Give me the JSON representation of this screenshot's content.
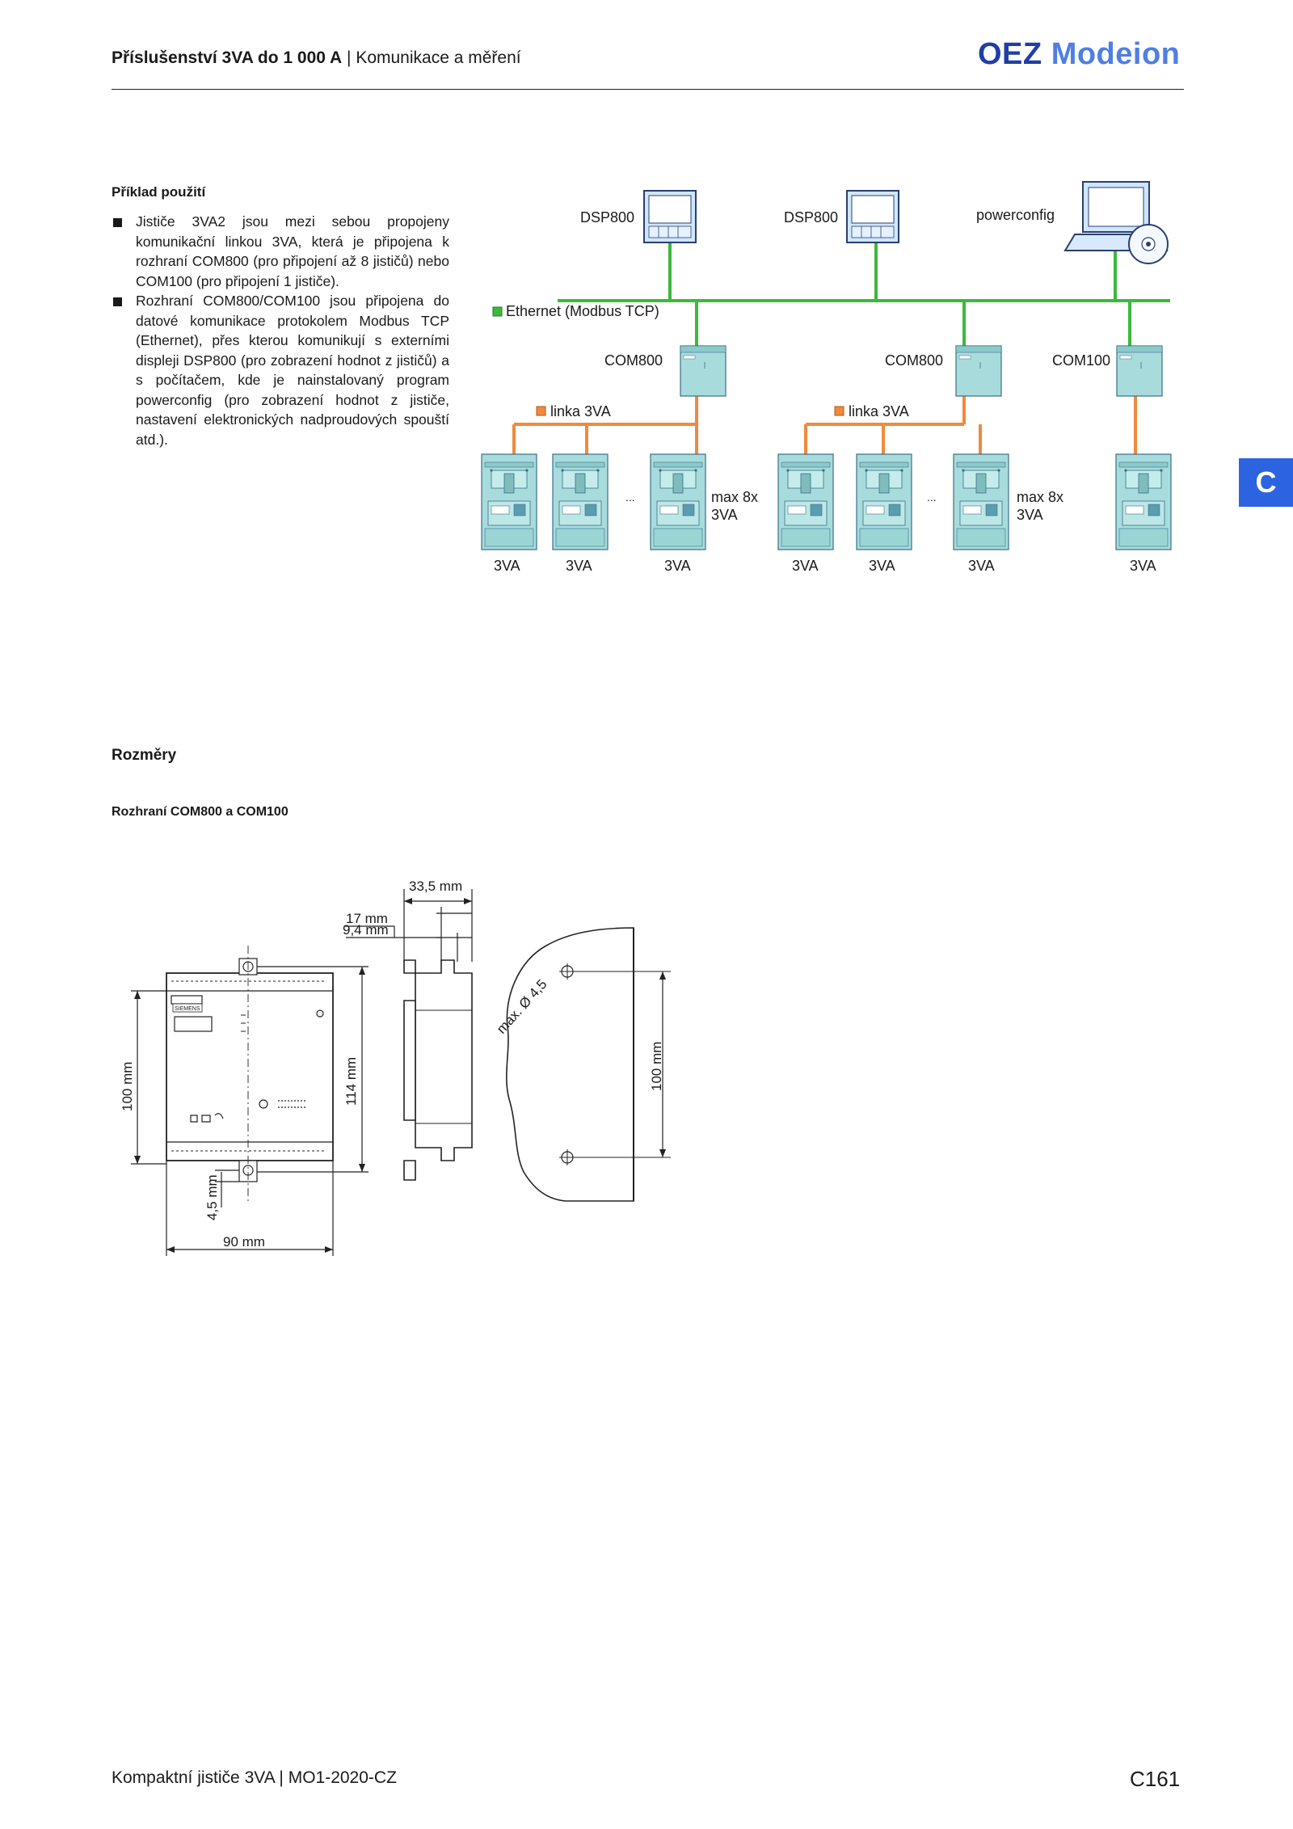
{
  "header": {
    "title_bold": "Příslušenství 3VA do 1 000 A",
    "separator": "|",
    "title_rest": "Komunikace a měření",
    "logo_part1": "OEZ",
    "logo_part2": "Modeion"
  },
  "example": {
    "heading": "Příklad použití",
    "bullets": [
      "Jističe 3VA2 jsou mezi sebou propojeny komunikační linkou 3VA, která je připojena k rozhraní COM800 (pro připojení až 8 jističů) nebo COM100 (pro připojení 1 jističe).",
      "Rozhraní COM800/COM100 jsou připojena do datové komunikace protokolem Modbus TCP (Ethernet), přes kterou komunikují s externími displeji DSP800 (pro zobrazení hodnot z jističů) a s počítačem, kde je nainstalovaný program powerconfig (pro zobrazení hodnot z jističe, nastavení elektronických nadproudových spouští atd.)."
    ]
  },
  "network": {
    "dsp1": "DSP800",
    "dsp2": "DSP800",
    "powerconfig": "powerconfig",
    "ethernet": "Ethernet (Modbus TCP)",
    "com800_1": "COM800",
    "com800_2": "COM800",
    "com100": "COM100",
    "linka1": "linka 3VA",
    "linka2": "linka 3VA",
    "ellipsis1": "...",
    "ellipsis2": "...",
    "max1_a": "max 8x",
    "max1_b": "3VA",
    "max2_a": "max 8x",
    "max2_b": "3VA",
    "breaker_labels": [
      "3VA",
      "3VA",
      "3VA",
      "3VA",
      "3VA",
      "3VA",
      "3VA"
    ],
    "colors": {
      "ethernet": "#3cb93c",
      "linka": "#f08a3c",
      "device": "#9fd8d8",
      "device_dark": "#6fb6b6"
    }
  },
  "dimensions": {
    "heading": "Rozměry",
    "subheading": "Rozhraní COM800 a COM100",
    "d_33_5": "33,5 mm",
    "d_17": "17 mm",
    "d_9_4": "9,4 mm",
    "d_100_left": "100 mm",
    "d_114": "114 mm",
    "d_4_5": "4,5 mm",
    "d_90": "90 mm",
    "d_hole": "max. Ø 4,5",
    "d_100_right": "100 mm",
    "brand": "SIEMENS"
  },
  "side_tab": "C",
  "footer": {
    "left": "Kompaktní jističe 3VA",
    "separator": "|",
    "left_code": "MO1-2020-CZ",
    "page": "C161"
  }
}
